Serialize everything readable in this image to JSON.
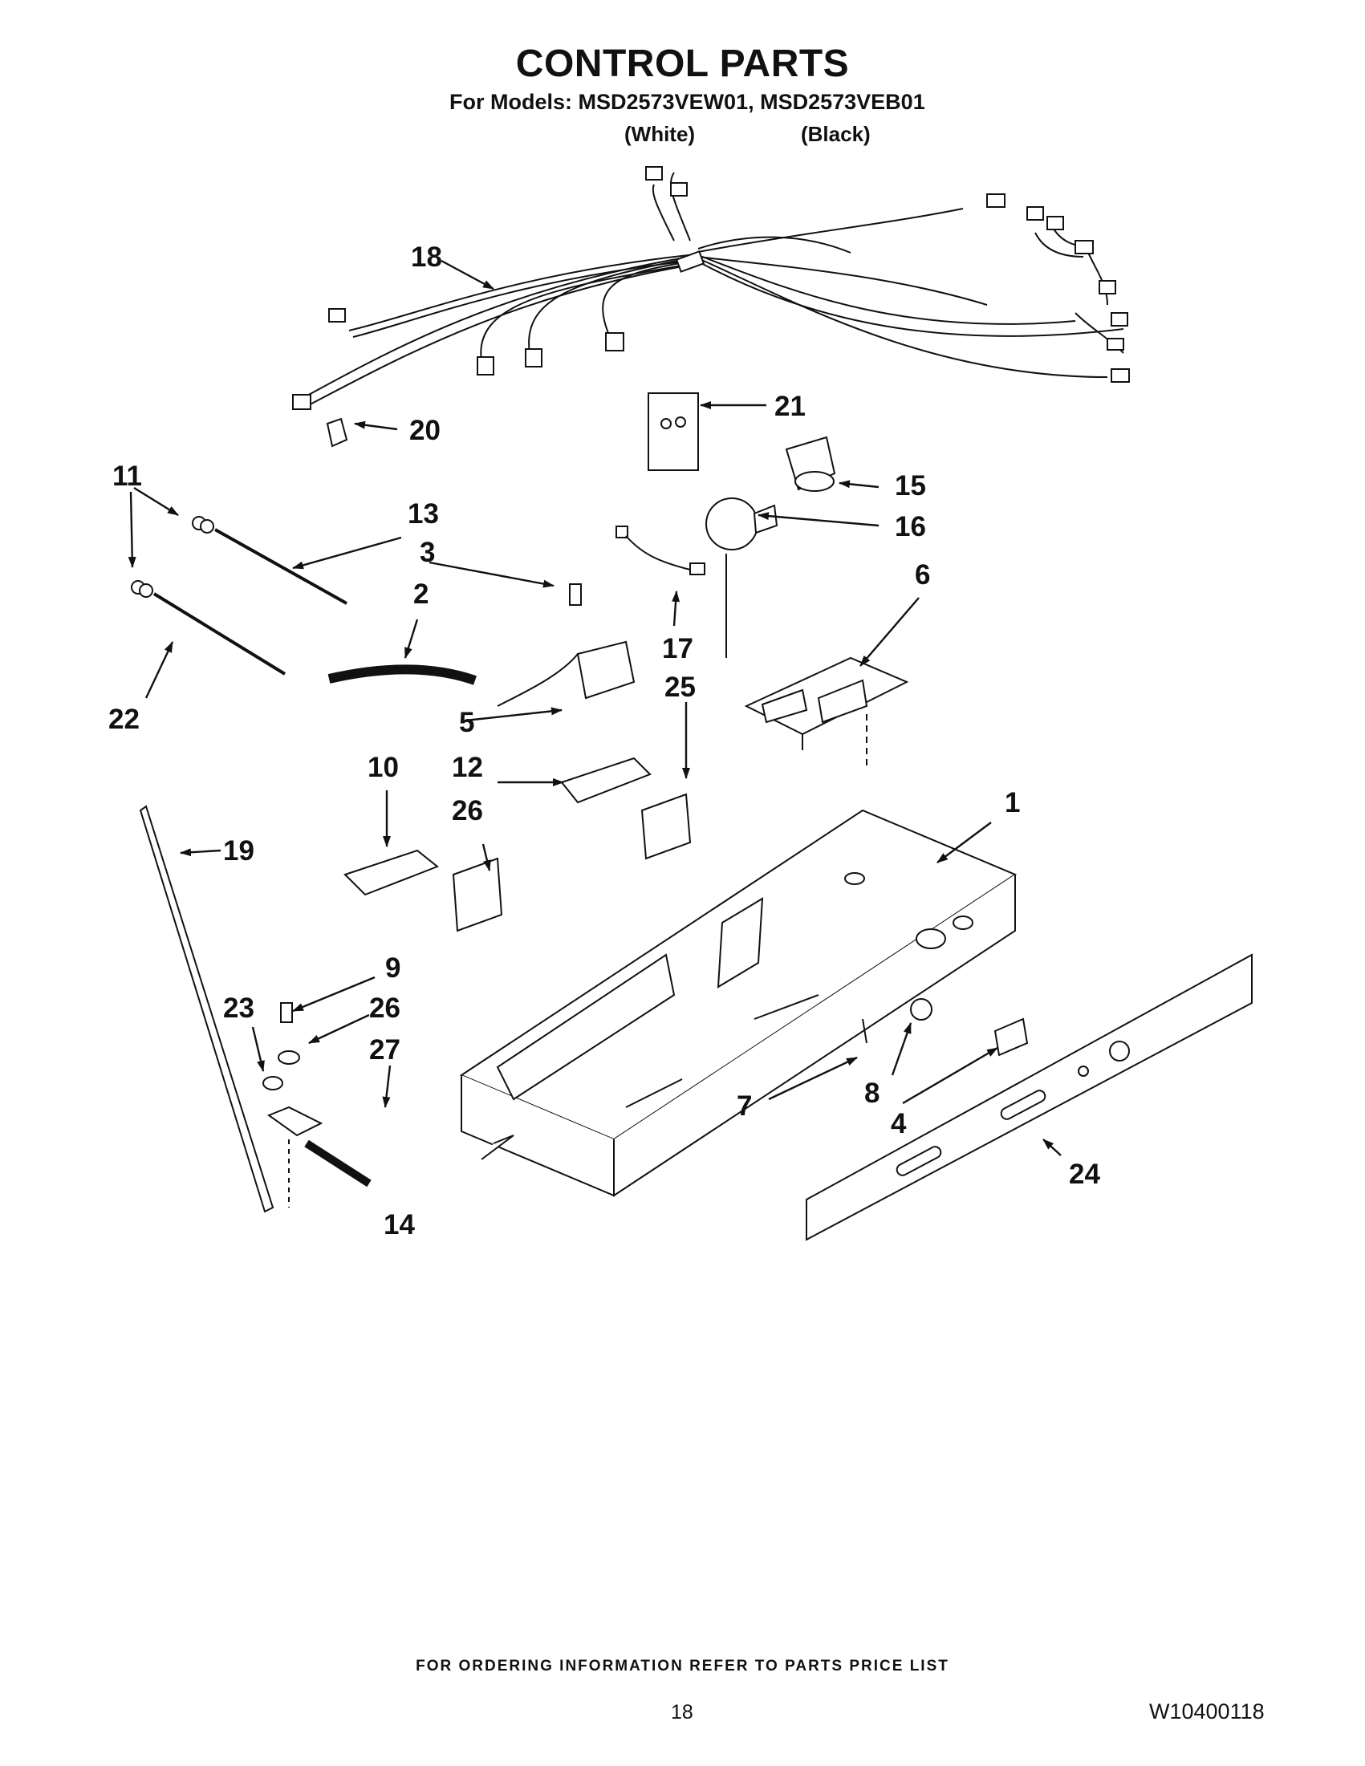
{
  "header": {
    "title": "CONTROL PARTS",
    "subtitle": "For Models: MSD2573VEW01, MSD2573VEB01",
    "variant_white": "(White)",
    "variant_black": "(Black)"
  },
  "callouts": [
    "1",
    "2",
    "3",
    "4",
    "5",
    "6",
    "7",
    "8",
    "9",
    "10",
    "11",
    "12",
    "13",
    "14",
    "15",
    "16",
    "17",
    "18",
    "19",
    "20",
    "21",
    "22",
    "23",
    "24",
    "25",
    "26",
    "26",
    "27"
  ],
  "footer": {
    "note": "FOR ORDERING INFORMATION REFER TO PARTS PRICE LIST",
    "page_number": "18",
    "document_code": "W10400118"
  }
}
